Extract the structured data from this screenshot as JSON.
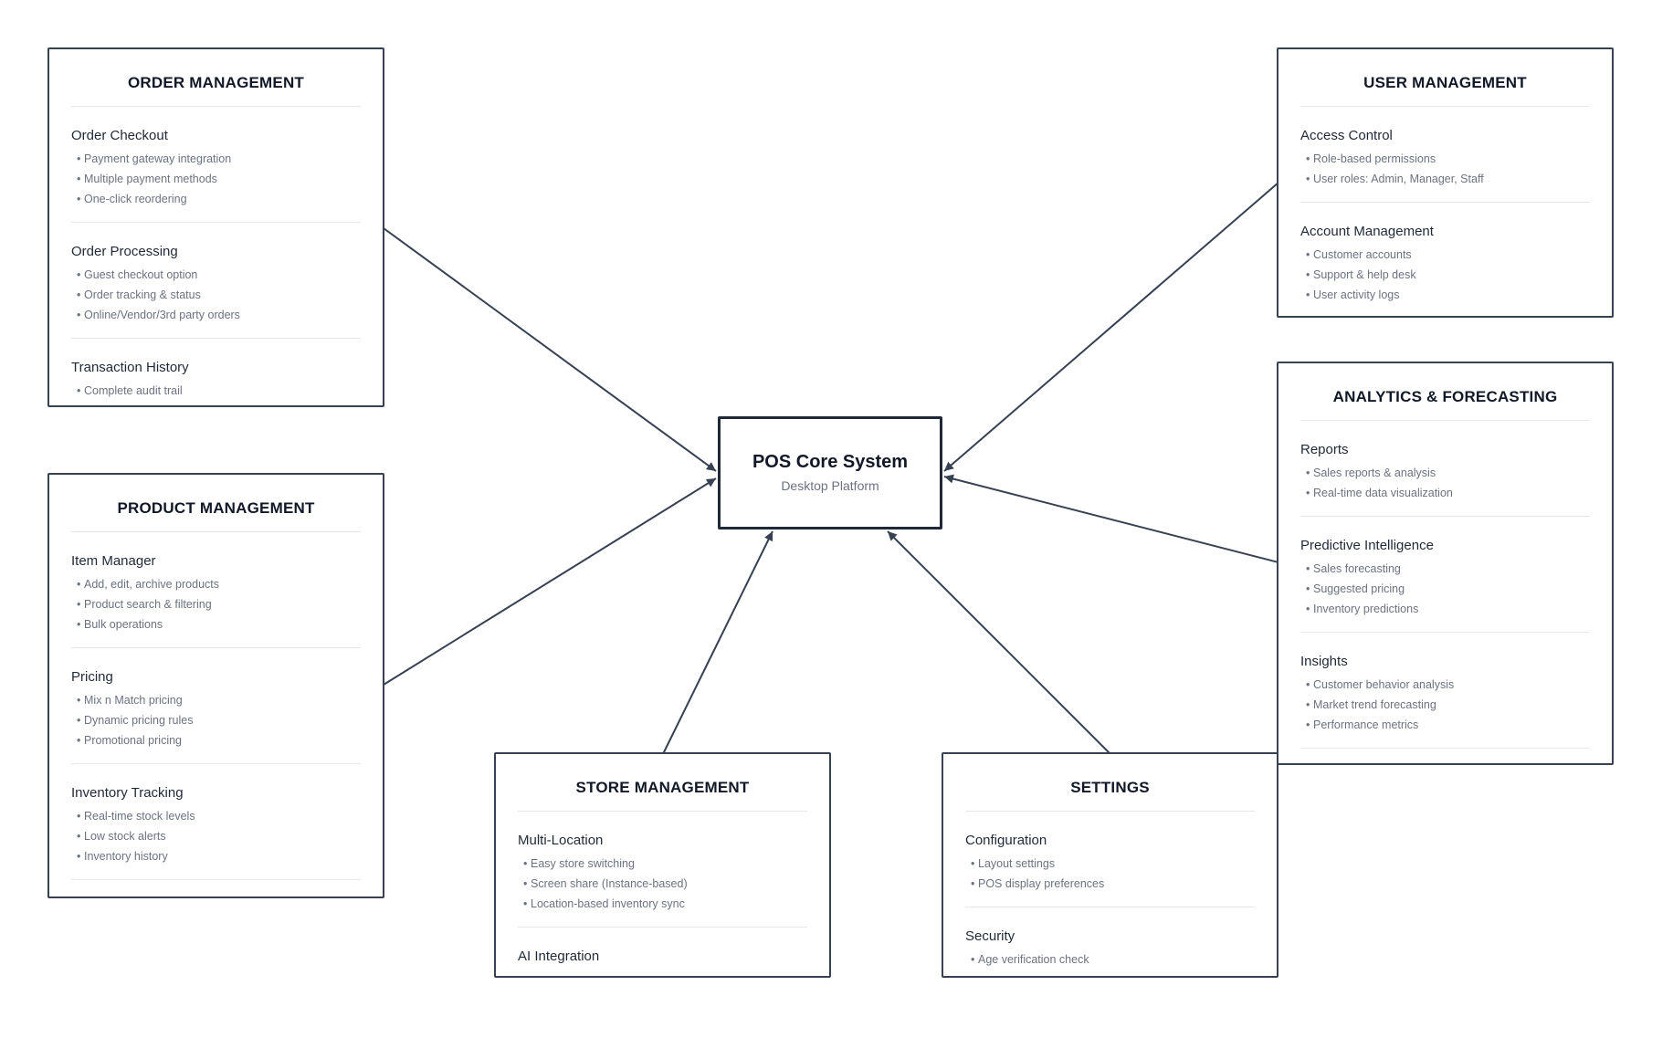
{
  "core": {
    "title": "POS Core System",
    "subtitle": "Desktop Platform"
  },
  "modules": {
    "order": {
      "title": "ORDER MANAGEMENT",
      "sections": [
        {
          "title": "Order Checkout",
          "items": [
            "Payment gateway integration",
            "Multiple payment methods",
            "One-click reordering"
          ]
        },
        {
          "title": "Order Processing",
          "items": [
            "Guest checkout option",
            "Order tracking & status",
            "Online/Vendor/3rd party orders"
          ]
        },
        {
          "title": "Transaction History",
          "items": [
            "Complete audit trail"
          ]
        }
      ]
    },
    "product": {
      "title": "PRODUCT MANAGEMENT",
      "sections": [
        {
          "title": "Item Manager",
          "items": [
            "Add, edit, archive products",
            "Product search & filtering",
            "Bulk operations"
          ]
        },
        {
          "title": "Pricing",
          "items": [
            "Mix n Match pricing",
            "Dynamic pricing rules",
            "Promotional pricing"
          ]
        },
        {
          "title": "Inventory Tracking",
          "items": [
            "Real-time stock levels",
            "Low stock alerts",
            "Inventory history"
          ]
        }
      ]
    },
    "store": {
      "title": "STORE MANAGEMENT",
      "sections": [
        {
          "title": "Multi-Location",
          "items": [
            "Easy store switching",
            "Screen share (Instance-based)",
            "Location-based inventory sync"
          ]
        },
        {
          "title": "AI Integration",
          "items": []
        }
      ]
    },
    "settings": {
      "title": "SETTINGS",
      "sections": [
        {
          "title": "Configuration",
          "items": [
            "Layout settings",
            "POS display preferences"
          ]
        },
        {
          "title": "Security",
          "items": [
            "Age verification check"
          ]
        }
      ]
    },
    "user": {
      "title": "USER MANAGEMENT",
      "sections": [
        {
          "title": "Access Control",
          "items": [
            "Role-based permissions",
            "User roles: Admin, Manager, Staff"
          ]
        },
        {
          "title": "Account Management",
          "items": [
            "Customer accounts",
            "Support & help desk",
            "User activity logs"
          ]
        }
      ]
    },
    "analytics": {
      "title": "ANALYTICS & FORECASTING",
      "sections": [
        {
          "title": "Reports",
          "items": [
            "Sales reports & analysis",
            "Real-time data visualization"
          ]
        },
        {
          "title": "Predictive Intelligence",
          "items": [
            "Sales forecasting",
            "Suggested pricing",
            "Inventory predictions"
          ]
        },
        {
          "title": "Insights",
          "items": [
            "Customer behavior analysis",
            "Market trend forecasting",
            "Performance metrics"
          ]
        }
      ]
    }
  }
}
